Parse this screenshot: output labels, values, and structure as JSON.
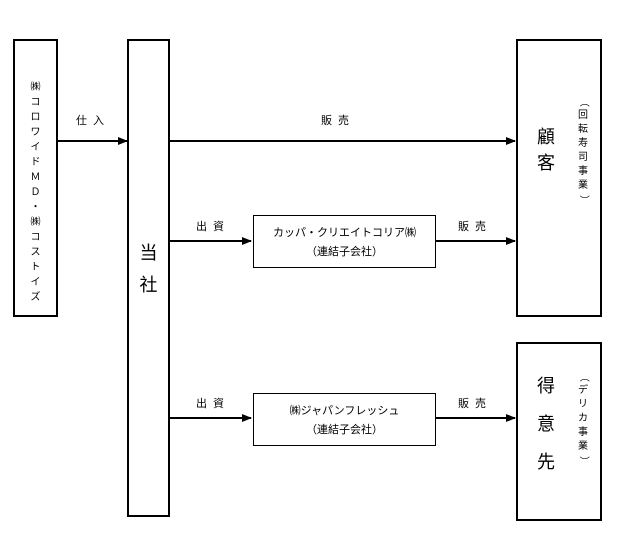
{
  "supplier": {
    "text": "㈱コロワイドＭＤ・㈱コストイズ"
  },
  "company": {
    "text": "当社"
  },
  "customer": {
    "name": "顧客",
    "note": "（回転寿司事業）"
  },
  "client": {
    "name": "得意先",
    "note": "（デリカ事業）"
  },
  "subsidiary1": {
    "name": "カッパ・クリエイトコリア㈱",
    "note": "（連結子会社）"
  },
  "subsidiary2": {
    "name": "㈱ジャパンフレッシュ",
    "note": "（連結子会社）"
  },
  "labels": {
    "purchase": "仕入",
    "sales_top": "販売",
    "invest1": "出資",
    "sales_mid": "販売",
    "invest2": "出資",
    "sales_bottom": "販売"
  }
}
